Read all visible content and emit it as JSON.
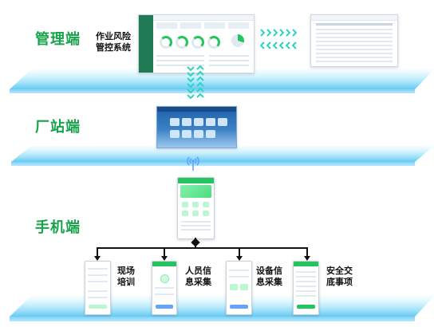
{
  "tiers": {
    "management": {
      "label": "管理端",
      "system_label_line1": "作业风险",
      "system_label_line2": "管控系统"
    },
    "station": {
      "label": "厂站端"
    },
    "mobile": {
      "label": "手机端"
    }
  },
  "mobile_features": [
    {
      "line1": "现场",
      "line2": "培训"
    },
    {
      "line1": "人员信",
      "line2": "息采集"
    },
    {
      "line1": "设备信",
      "line2": "息采集"
    },
    {
      "line1": "安全交",
      "line2": "底事项"
    }
  ],
  "colors": {
    "accent_green": "#16a34a",
    "arrow_teal": "#2dd4bf",
    "platform_blue": "#38bdf8"
  },
  "icons": [
    "chevron-right-icon",
    "chevron-left-icon",
    "chevron-down-icon",
    "signal-tower-icon"
  ]
}
